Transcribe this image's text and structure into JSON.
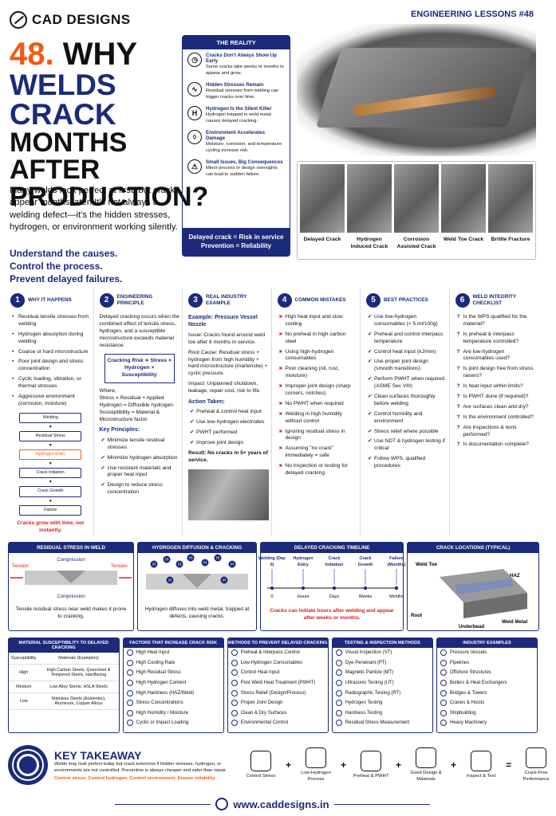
{
  "brand": "CAD DESIGNS",
  "series": "ENGINEERING LESSONS #48",
  "title": {
    "num": "48.",
    "w1": "WHY",
    "l2": "WELDS CRACK",
    "l3": "MONTHS AFTER",
    "l4": "PRODUCTION?"
  },
  "intro": "Many welds look perfect at first, but cracks appear months later. It's not always a welding defect—it's the hidden stresses, hydrogen, or environment working silently.",
  "emphasis": [
    "Understand the causes.",
    "Control the process.",
    "Prevent delayed failures."
  ],
  "reality": {
    "header": "THE REALITY",
    "items": [
      {
        "icon": "clock-icon",
        "glyph": "◷",
        "t": "Cracks Don't Always Show Up Early",
        "d": "Some cracks take weeks or months to appear and grow."
      },
      {
        "icon": "wave-icon",
        "glyph": "∿",
        "t": "Hidden Stresses Remain",
        "d": "Residual stresses from welding can trigger cracks over time."
      },
      {
        "icon": "hydrogen-icon",
        "glyph": "H",
        "t": "Hydrogen Is the Silent Killer",
        "d": "Hydrogen trapped in weld metal causes delayed cracking."
      },
      {
        "icon": "droplet-icon",
        "glyph": "◊",
        "t": "Environment Accelerates Damage",
        "d": "Moisture, corrosion, and temperature cycling increase risk."
      },
      {
        "icon": "warning-icon",
        "glyph": "⚠",
        "t": "Small Issues, Big Consequences",
        "d": "Minor process or design oversights can lead to sudden failure."
      }
    ],
    "footer1": "Delayed crack = Risk in service",
    "footer2": "Prevention = Reliability"
  },
  "crack_types": [
    "Delayed Crack",
    "Hydrogen Induced Crack",
    "Corrosion Assisted Crack",
    "Weld Toe Crack",
    "Brittle Fracture"
  ],
  "c1": {
    "n": "1",
    "h": "WHY IT HAPPENS",
    "items": [
      "Residual tensile stresses from welding",
      "Hydrogen absorption during welding",
      "Coarse or hard microstructure",
      "Poor joint design and stress concentration",
      "Cyclic loading, vibration, or thermal stresses",
      "Aggressive environment (corrosion, moisture)"
    ],
    "flow": [
      "Welding",
      "Residual Stress",
      "Hydrogen Entry",
      "Crack Initiation",
      "Crack Growth",
      "Failure"
    ],
    "note": "Cracks grow with time, not instantly."
  },
  "c2": {
    "n": "2",
    "h": "ENGINEERING PRINCIPLE",
    "p": "Delayed cracking occurs when the combined effect of tensile stress, hydrogen, and a susceptible microstructure exceeds material resistance.",
    "formula": "Cracking Risk ∝ Stress × Hydrogen × Susceptibility",
    "where": "Where,",
    "w1": "Stress = Residual + Applied",
    "w2": "Hydrogen = Diffusible hydrogen",
    "w3": "Susceptibility = Material & Microstructure factor",
    "kp": "Key Principles:",
    "kps": [
      "Minimize tensile residual stresses",
      "Minimize hydrogen absorption",
      "Use resistant materials and proper heat input",
      "Design to reduce stress concentration"
    ]
  },
  "c3": {
    "n": "3",
    "h": "REAL INDUSTRY EXAMPLE",
    "ex": "Example: Pressure Vessel Nozzle",
    "issue": "Issue: Cracks found around weld toe after 6 months in service.",
    "root": "Root Cause: Residual stress + hydrogen from high humidity + hard microstructure (martensite) + cyclic pressure.",
    "impact": "Impact: Unplanned shutdown, leakage, repair cost, risk to life.",
    "ak": "Action Taken:",
    "actions": [
      "Preheat & control heat input",
      "Use low-hydrogen electrodes",
      "PWHT performed",
      "Improve joint design"
    ],
    "result": "Result: No cracks in 5+ years of service."
  },
  "c4": {
    "n": "4",
    "h": "COMMON MISTAKES",
    "items": [
      "High heat input and slow cooling",
      "No preheat in high carbon steel",
      "Using high-hydrogen consumables",
      "Poor cleaning (oil, rust, moisture)",
      "Improper joint design (sharp corners, notches)",
      "No PWHT when required",
      "Welding in high humidity without control",
      "Ignoring residual stress in design",
      "Assuming \"no crack\" immediately = safe",
      "No inspection or testing for delayed cracking"
    ]
  },
  "c5": {
    "n": "5",
    "h": "BEST PRACTICES",
    "items": [
      "Use low-hydrogen consumables (< 5 ml/100g)",
      "Preheat and control interpass temperature",
      "Control heat input (kJ/mm)",
      "Use proper joint design (smooth transitions)",
      "Perform PWHT when required (ASME Sec VIII)",
      "Clean surfaces thoroughly before welding",
      "Control humidity and environment",
      "Stress relief where possible",
      "Use NDT & hydrogen testing if critical",
      "Follow WPS, qualified procedures"
    ]
  },
  "c6": {
    "n": "6",
    "h": "WELD INTEGRITY CHECKLIST",
    "items": [
      "Is the WPS qualified for the material?",
      "Is preheat & interpass temperature controlled?",
      "Are low-hydrogen consumables used?",
      "Is joint design free from stress raisers?",
      "Is heat input within limits?",
      "Is PWHT done (if required)?",
      "Are surfaces clean and dry?",
      "Is the environment controlled?",
      "Are inspections & tests performed?",
      "Is documentation complete?"
    ]
  },
  "p1": {
    "h": "RESIDUAL STRESS IN WELD",
    "comp": "Compression",
    "tension": "Tension",
    "cap": "Tensile residual stress near weld makes it prone to cracking."
  },
  "p2": {
    "h": "HYDROGEN DIFFUSION & CRACKING",
    "cap": "Hydrogen diffuses into weld metal, trapped at defects, causing cracks."
  },
  "p3": {
    "h": "DELAYED CRACKING TIMELINE",
    "events": [
      "Welding (Day 0)",
      "Hydrogen Entry",
      "Crack Initiation",
      "Crack Growth",
      "Failure (Months)"
    ],
    "ticks": [
      "0",
      "Hours",
      "Days",
      "Weeks",
      "Months"
    ],
    "note": "Cracks can initiate hours after welding and appear after weeks or months."
  },
  "p4": {
    "h": "CRACK LOCATIONS (TYPICAL)",
    "labels": [
      "Weld Toe",
      "HAZ",
      "Root",
      "Weld Metal",
      "Underbead"
    ]
  },
  "t1": {
    "h": "MATERIAL SUSCEPTIBILITY TO DELAYED CRACKING",
    "cols": [
      "Susceptibility",
      "Materials (Examples)"
    ],
    "rows": [
      [
        "High",
        "High Carbon Steels, Quenched & Tempered Steels, Hardfacing"
      ],
      [
        "Medium",
        "Low Alloy Steels, HSLA Steels"
      ],
      [
        "Low",
        "Stainless Steels (Austenitic), Aluminum, Copper Alloys"
      ]
    ]
  },
  "t2": {
    "h": "FACTORS THAT INCREASE CRACK RISK",
    "items": [
      "High Heat Input",
      "High Cooling Rate",
      "High Residual Stress",
      "High Hydrogen Content",
      "High Hardness (HAZ/Weld)",
      "Stress Concentrations",
      "High Humidity / Moisture",
      "Cyclic or Impact Loading"
    ]
  },
  "t3": {
    "h": "METHODS TO PREVENT DELAYED CRACKING",
    "items": [
      "Preheat & Interpass Control",
      "Low-Hydrogen Consumables",
      "Control Heat Input",
      "Post Weld Heat Treatment (PWHT)",
      "Stress Relief (Design/Process)",
      "Proper Joint Design",
      "Clean & Dry Surfaces",
      "Environmental Control"
    ]
  },
  "t4": {
    "h": "TESTING & INSPECTION METHODS",
    "items": [
      "Visual Inspection (VT)",
      "Dye Penetrant (PT)",
      "Magnetic Particle (MT)",
      "Ultrasonic Testing (UT)",
      "Radiographic Testing (RT)",
      "Hydrogen Testing",
      "Hardness Testing",
      "Residual Stress Measurement"
    ]
  },
  "t5": {
    "h": "INDUSTRY EXAMPLES",
    "items": [
      "Pressure Vessels",
      "Pipelines",
      "Offshore Structures",
      "Boilers & Heat Exchangers",
      "Bridges & Towers",
      "Cranes & Hoists",
      "Shipbuilding",
      "Heavy Machinery"
    ]
  },
  "takeaway": {
    "h": "KEY TAKEAWAY",
    "d": "Welds may look perfect today but crack tomorrow if hidden stresses, hydrogen, or environments are not controlled. Prevention is always cheaper and safer than repair.",
    "e": "Control stress. Control hydrogen. Control environment. Ensure reliability."
  },
  "equation": [
    "Control Stress",
    "Low-Hydrogen Process",
    "Preheat & PWHT",
    "Good Design & Materials",
    "Inspect & Test",
    "Crack-Free Performance"
  ],
  "ops": [
    "+",
    "+",
    "+",
    "+",
    "="
  ],
  "website": "www.caddesigns.in"
}
